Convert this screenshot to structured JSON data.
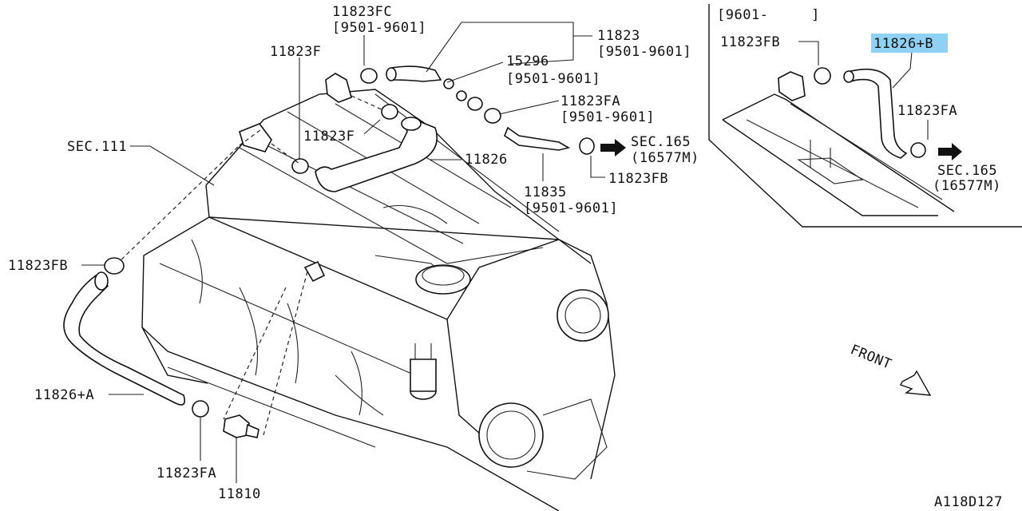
{
  "labels": {
    "p11823FC": "11823FC",
    "p11823FC_date": "[9501-9601]",
    "p11823": "11823",
    "p11823_date": "[9501-9601]",
    "p15296": "15296",
    "p15296_date": "[9501-9601]",
    "p11823F_a": "11823F",
    "p11823F_b": "11823F",
    "p11823FA_top": "11823FA",
    "p11823FA_top_date": "[9501-9601]",
    "sec111": "SEC.111",
    "p11826": "11826",
    "sec165_left": "SEC.165",
    "sec165_left_code": "(16577M)",
    "p11823FB_mid": "11823FB",
    "p11835": "11835",
    "p11835_date": "[9501-9601]",
    "p11823FB_left": "11823FB",
    "p11826A": "11826+A",
    "p11823FA_bottom": "11823FA",
    "p11810": "11810",
    "inset_date": "[9601-     ]",
    "inset_11823FB": "11823FB",
    "inset_11826B": "11826+B",
    "inset_11823FA": "11823FA",
    "inset_sec165": "SEC.165",
    "inset_sec165_code": "(16577M)",
    "front": "FRONT",
    "drawing_code": "A118D127"
  },
  "colors": {
    "highlight": "#8fd0f5",
    "ink": "#111111"
  }
}
